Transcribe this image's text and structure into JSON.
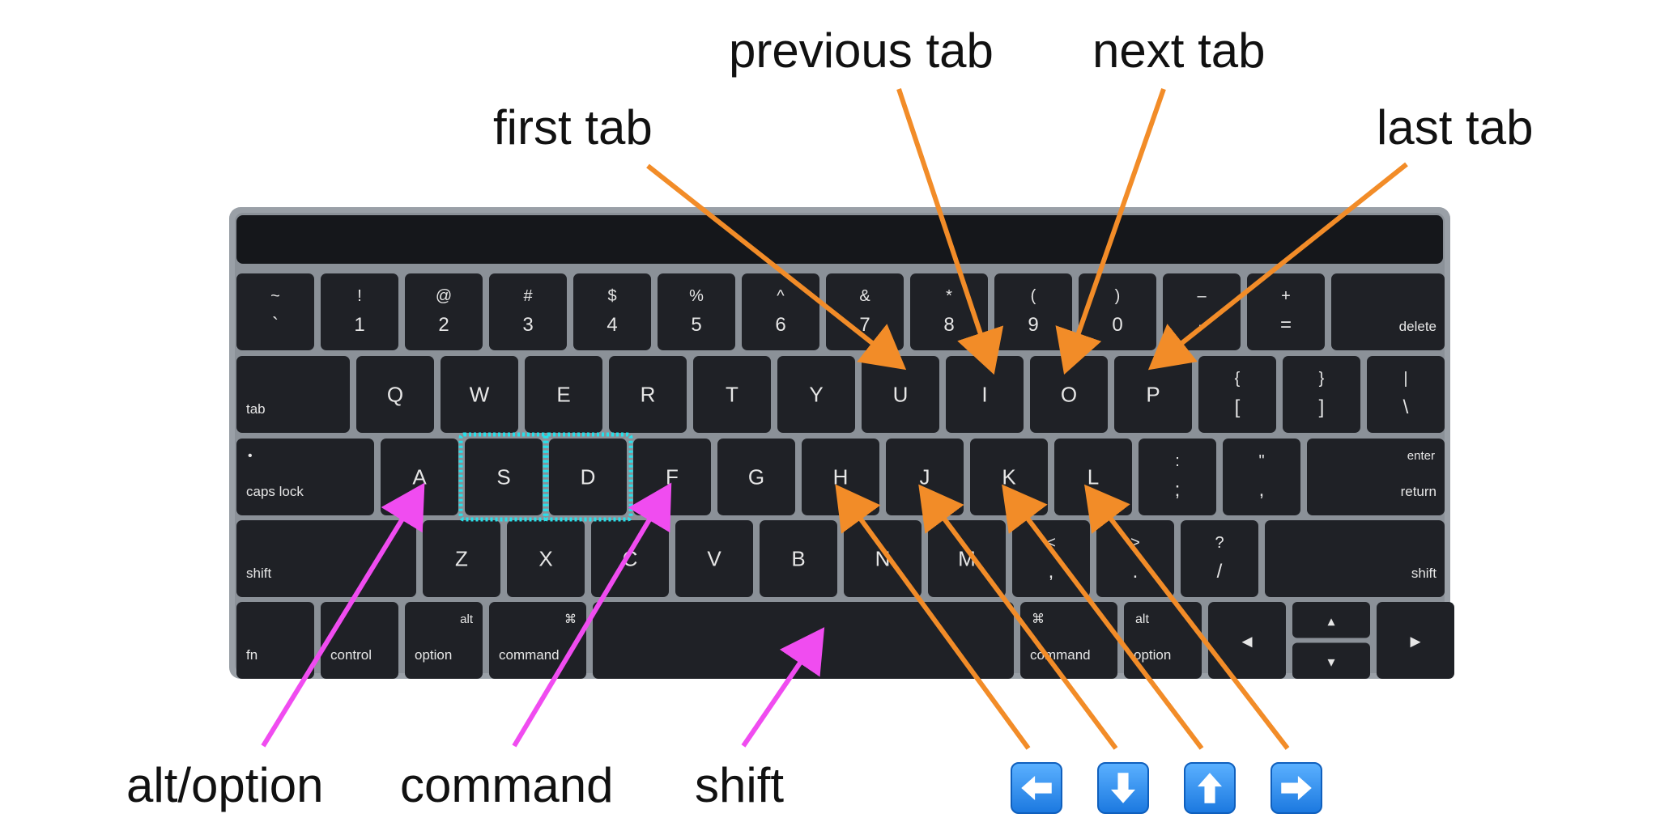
{
  "keyboard": {
    "rows": [
      [
        {
          "top": "~",
          "bottom": "`"
        },
        {
          "top": "!",
          "bottom": "1"
        },
        {
          "top": "@",
          "bottom": "2"
        },
        {
          "top": "#",
          "bottom": "3"
        },
        {
          "top": "$",
          "bottom": "4"
        },
        {
          "top": "%",
          "bottom": "5"
        },
        {
          "top": "^",
          "bottom": "6"
        },
        {
          "top": "&",
          "bottom": "7"
        },
        {
          "top": "*",
          "bottom": "8"
        },
        {
          "top": "(",
          "bottom": "9"
        },
        {
          "top": ")",
          "bottom": "0"
        },
        {
          "top": "–",
          "bottom": "-"
        },
        {
          "top": "+",
          "bottom": "="
        },
        {
          "corner": "delete"
        }
      ],
      [
        {
          "corner": "tab"
        },
        {
          "main": "Q"
        },
        {
          "main": "W"
        },
        {
          "main": "E"
        },
        {
          "main": "R"
        },
        {
          "main": "T"
        },
        {
          "main": "Y"
        },
        {
          "main": "U"
        },
        {
          "main": "I"
        },
        {
          "main": "O"
        },
        {
          "main": "P"
        },
        {
          "top": "{",
          "bottom": "["
        },
        {
          "top": "}",
          "bottom": "]"
        },
        {
          "top": "|",
          "bottom": "\\"
        }
      ],
      [
        {
          "topleft": "•",
          "corner": "caps lock"
        },
        {
          "main": "A"
        },
        {
          "main": "S"
        },
        {
          "main": "D"
        },
        {
          "main": "F"
        },
        {
          "main": "G"
        },
        {
          "main": "H"
        },
        {
          "main": "J"
        },
        {
          "main": "K"
        },
        {
          "main": "L"
        },
        {
          "top": ":",
          "bottom": ";"
        },
        {
          "top": "\"",
          "bottom": ","
        },
        {
          "topright": "enter",
          "corner": "return"
        }
      ],
      [
        {
          "corner": "shift"
        },
        {
          "main": "Z"
        },
        {
          "main": "X"
        },
        {
          "main": "C"
        },
        {
          "main": "V"
        },
        {
          "main": "B"
        },
        {
          "main": "N"
        },
        {
          "main": "M"
        },
        {
          "top": "<",
          "bottom": ","
        },
        {
          "top": ">",
          "bottom": "."
        },
        {
          "top": "?",
          "bottom": "/"
        },
        {
          "corner": "shift"
        }
      ],
      [
        {
          "corner": "fn"
        },
        {
          "corner": "control"
        },
        {
          "topright": "alt",
          "corner": "option"
        },
        {
          "topright": "⌘",
          "corner": "command"
        },
        {
          "main": ""
        },
        {
          "topleft": "⌘",
          "corner": "command"
        },
        {
          "topleft": "alt",
          "corner": "option"
        },
        {
          "main": "◂"
        },
        {
          "arrows": [
            "▴",
            "▾"
          ]
        },
        {
          "main": "▸"
        }
      ]
    ]
  },
  "labels": {
    "first_tab": "first tab",
    "previous_tab": "previous tab",
    "next_tab": "next tab",
    "last_tab": "last tab",
    "alt_option": "alt/option",
    "command": "command",
    "shift": "shift"
  },
  "arrow_icons": [
    "left-arrow-icon",
    "down-arrow-icon",
    "up-arrow-icon",
    "right-arrow-icon"
  ],
  "colors": {
    "orange_arrow": "#f28c28",
    "magenta_arrow": "#f04cf0",
    "highlight": "#27e0ea",
    "key": "#1f2126",
    "frame": "#9aa0a7"
  }
}
